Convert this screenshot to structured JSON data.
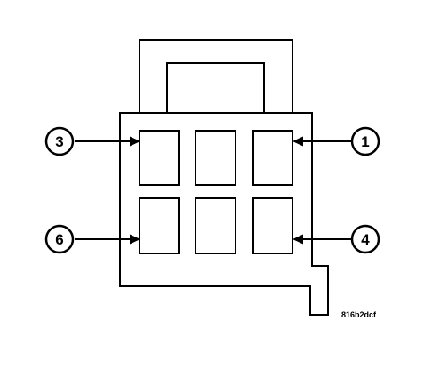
{
  "diagram": {
    "callouts": {
      "pin_1": "1",
      "pin_3": "3",
      "pin_4": "4",
      "pin_6": "6"
    },
    "reference_code": "816b2dcf"
  }
}
